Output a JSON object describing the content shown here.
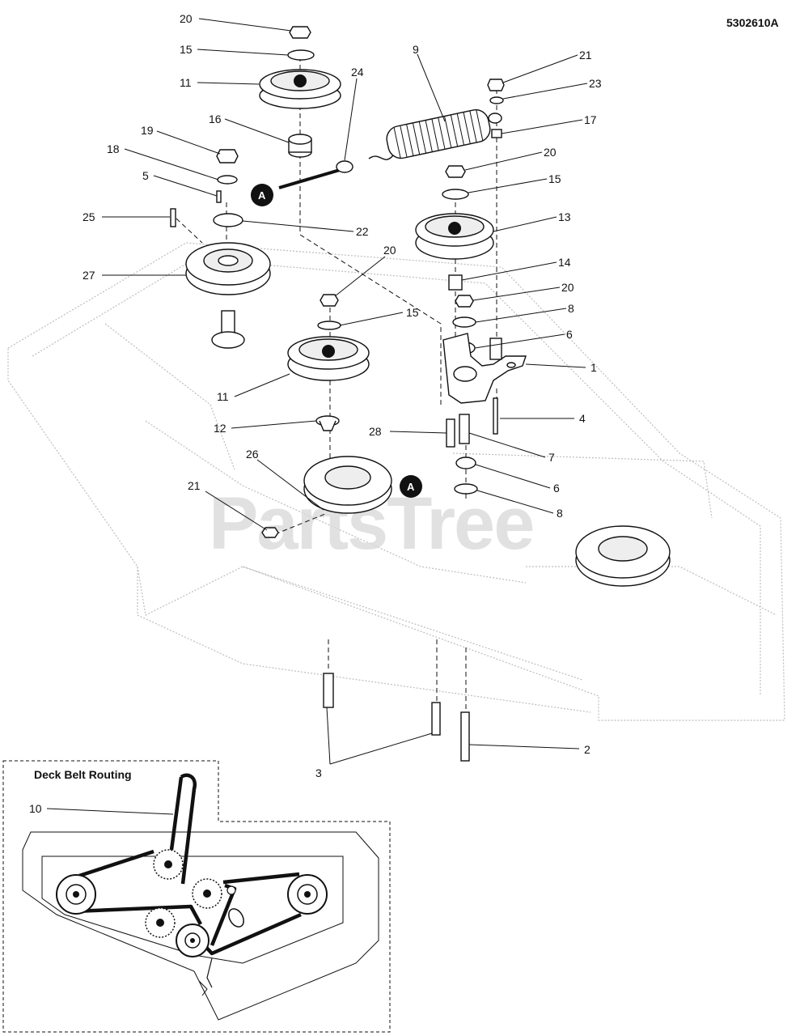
{
  "document_id": "5302610A",
  "watermark": "PartsTree",
  "ref_marker": "A",
  "inset_title": "Deck Belt Routing",
  "callouts": [
    {
      "label": "20"
    },
    {
      "label": "15"
    },
    {
      "label": "11"
    },
    {
      "label": "16"
    },
    {
      "label": "19"
    },
    {
      "label": "18"
    },
    {
      "label": "5"
    },
    {
      "label": "25"
    },
    {
      "label": "27"
    },
    {
      "label": "24"
    },
    {
      "label": "22"
    },
    {
      "label": "9"
    },
    {
      "label": "21"
    },
    {
      "label": "23"
    },
    {
      "label": "17"
    },
    {
      "label": "20"
    },
    {
      "label": "15"
    },
    {
      "label": "13"
    },
    {
      "label": "14"
    },
    {
      "label": "20"
    },
    {
      "label": "8"
    },
    {
      "label": "6"
    },
    {
      "label": "1"
    },
    {
      "label": "4"
    },
    {
      "label": "20"
    },
    {
      "label": "15"
    },
    {
      "label": "11"
    },
    {
      "label": "12"
    },
    {
      "label": "28"
    },
    {
      "label": "7"
    },
    {
      "label": "26"
    },
    {
      "label": "6"
    },
    {
      "label": "21"
    },
    {
      "label": "8"
    },
    {
      "label": "2"
    },
    {
      "label": "3"
    },
    {
      "label": "10"
    }
  ]
}
